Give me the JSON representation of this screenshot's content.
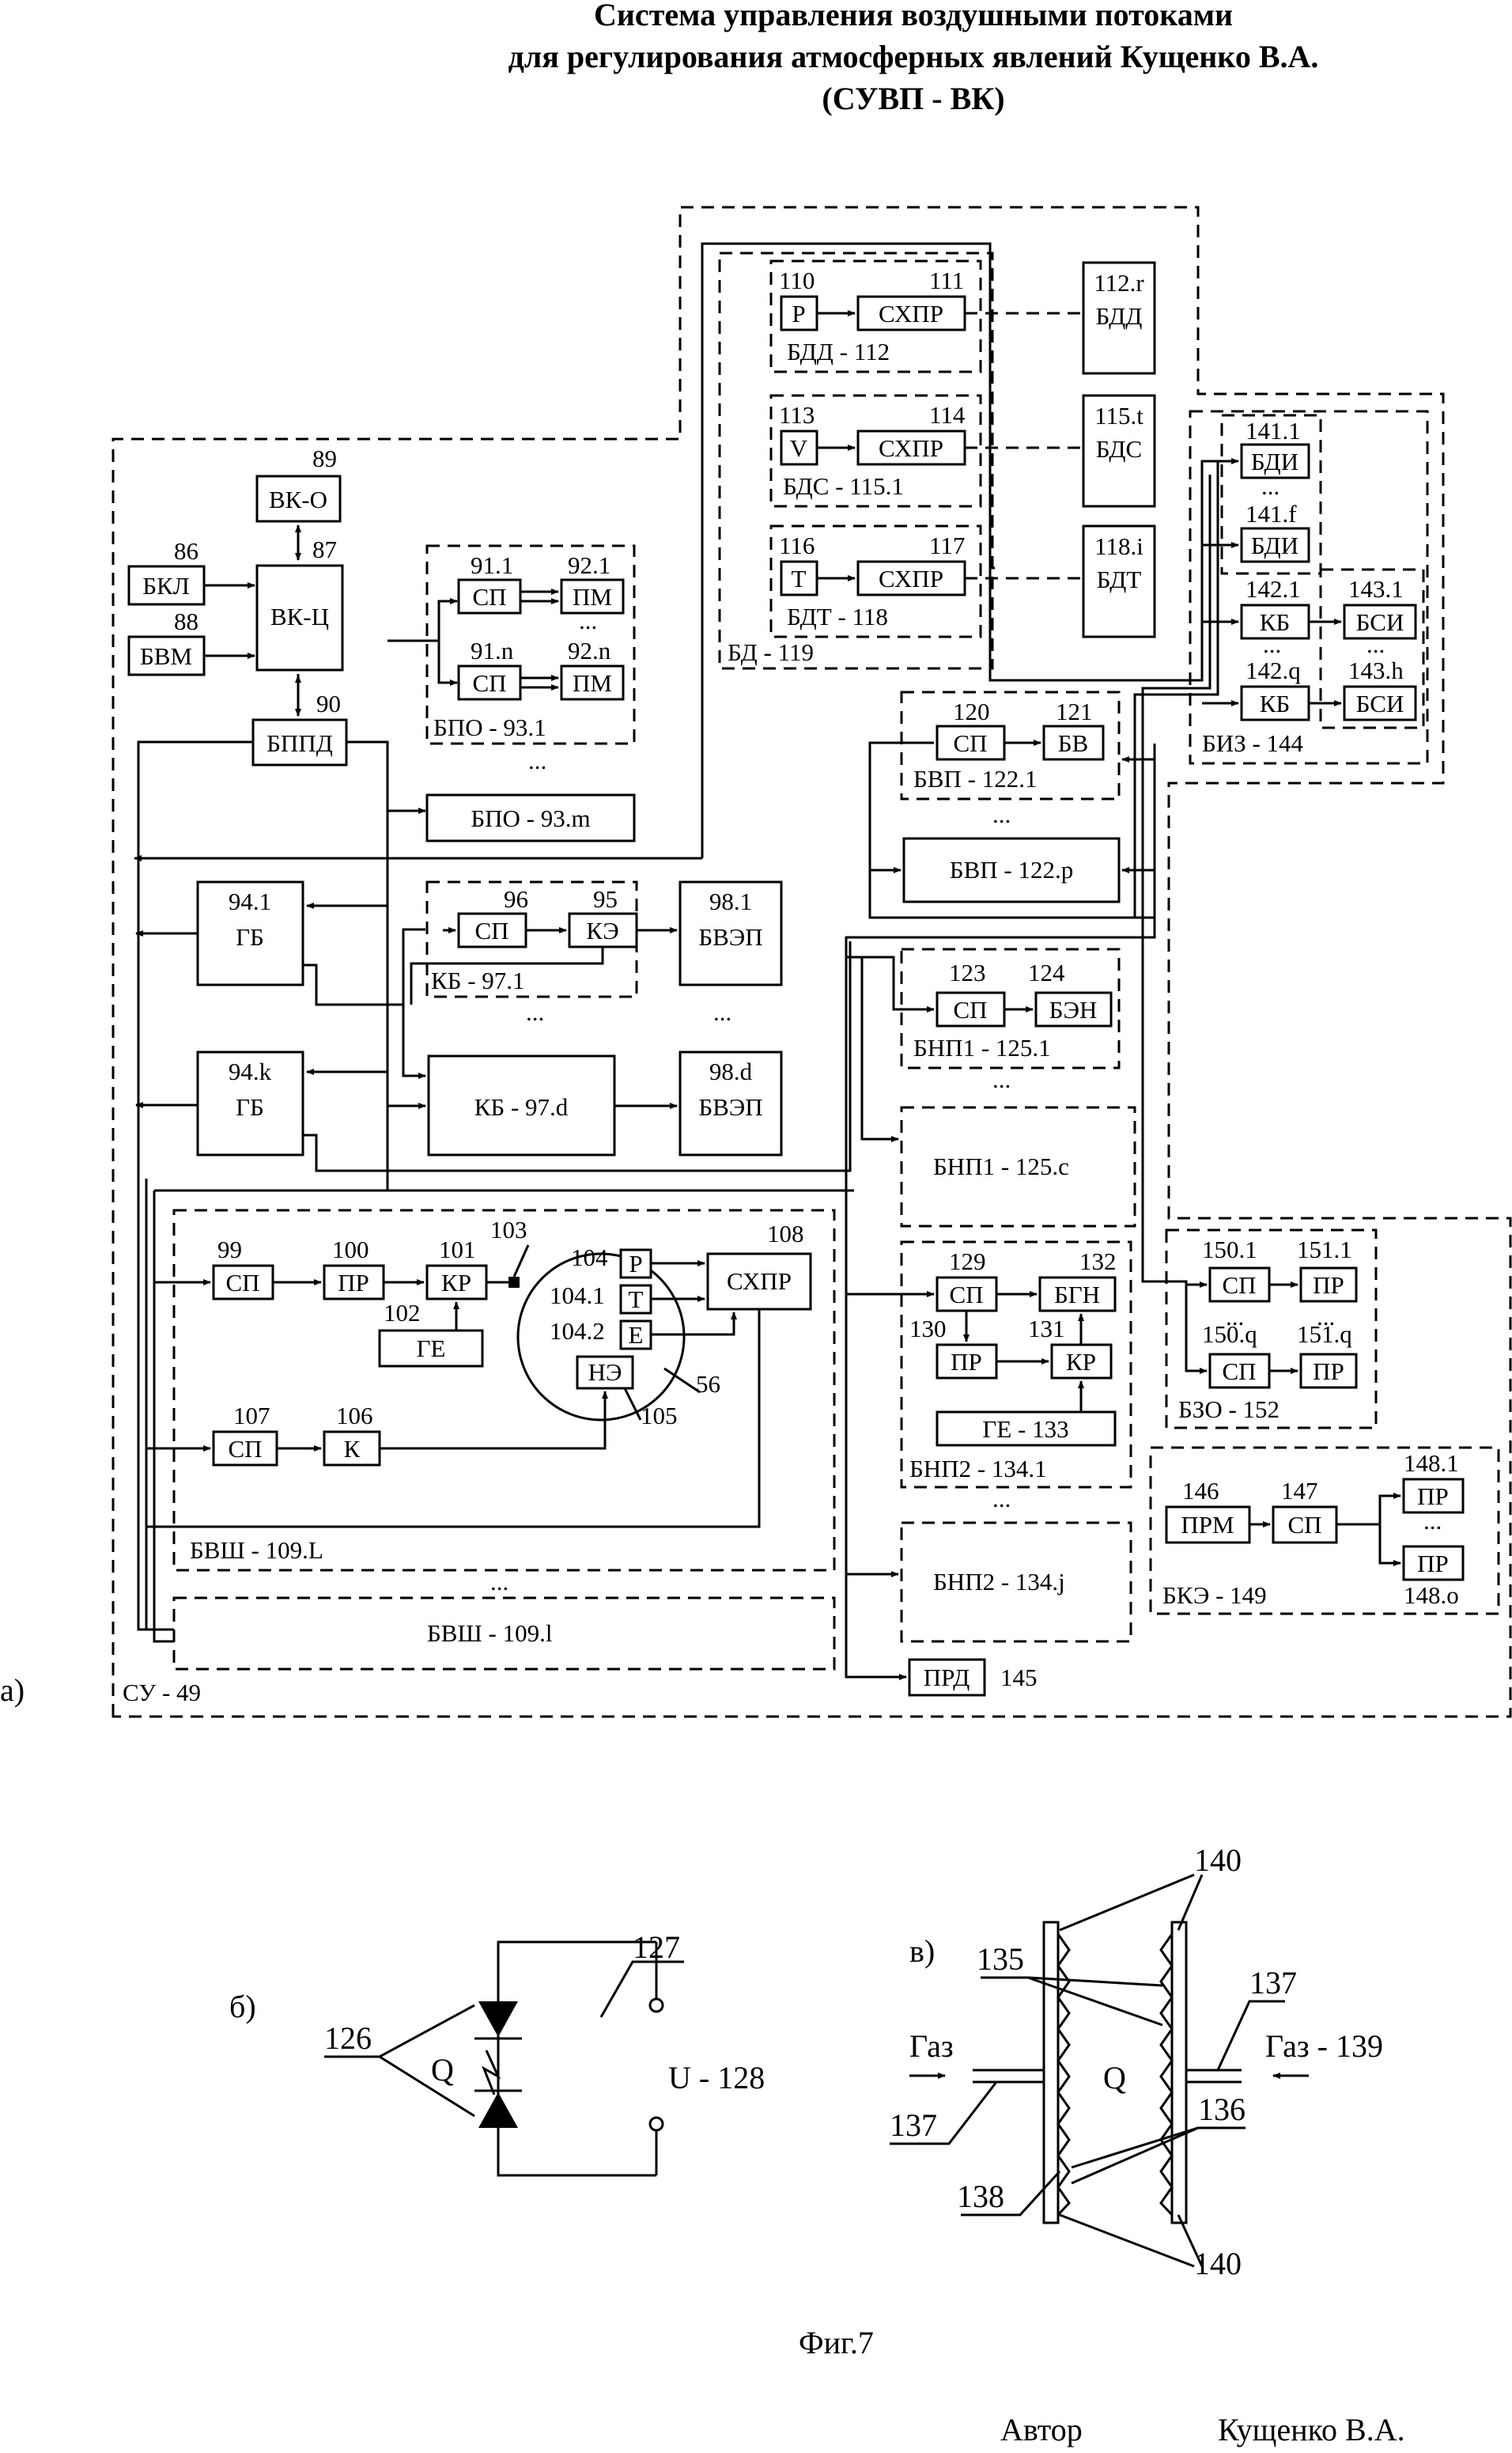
{
  "title": {
    "line1": "Система управления воздушными потоками",
    "line2": "для регулирования атмосферных явлений Кущенко В.А.",
    "line3": "(СУВП - ВК)"
  },
  "fig_a": {
    "panel_label": "а)",
    "system": "СУ - 49",
    "vk_o": "ВК-О",
    "n89": "89",
    "vk_c": "ВК-Ц",
    "n87": "87",
    "bkl": "БКЛ",
    "n86": "86",
    "bvm": "БВМ",
    "n88": "88",
    "bppd": "БППД",
    "n90": "90",
    "sp": "СП",
    "pm": "ПМ",
    "pr": "ПР",
    "kr": "КР",
    "ke": "КЭ",
    "k": "К",
    "ge": "ГЕ",
    "ne": "НЭ",
    "shpr": "СХПР",
    "gb": "ГБ",
    "bvep": "БВЭП",
    "bv": "БВ",
    "ben": "БЭН",
    "bgn": "БГН",
    "kb": "КБ",
    "bsi": "БСИ",
    "bdi": "БДИ",
    "prm": "ПРМ",
    "prd": "ПРД",
    "r": "Р",
    "v": "V",
    "t": "Т",
    "e": "Е",
    "bdd": "БДД",
    "bds": "БДС",
    "bdt": "БДТ",
    "n91_1": "91.1",
    "n92_1": "92.1",
    "n91_n": "91.n",
    "n92_n": "92.n",
    "bpo_1": "БПО - 93.1",
    "bpo_m": "БПО - 93.m",
    "n94_1": "94.1",
    "n94_k": "94.k",
    "n96": "96",
    "n95": "95",
    "kb_1": "КБ - 97.1",
    "kb_d": "КБ - 97.d",
    "n98_1": "98.1",
    "n98_d": "98.d",
    "n99": "99",
    "n100": "100",
    "n101": "101",
    "n102": "102",
    "n103": "103",
    "n104": "104",
    "n104_1": "104.1",
    "n104_2": "104.2",
    "n105": "105",
    "n106": "106",
    "n107": "107",
    "n108": "108",
    "n56": "56",
    "bvsh_L": "БВШ - 109.L",
    "bvsh_l": "БВШ - 109.l",
    "n110": "110",
    "n111": "111",
    "bdd_112": "БДД - 112",
    "n113": "113",
    "n114": "114",
    "bds_115": "БДС - 115.1",
    "n116": "116",
    "n117": "117",
    "bdt_118": "БДТ - 118",
    "bd_119": "БД - 119",
    "n112_r": "112.r",
    "n115_t": "115.t",
    "n118_i": "118.i",
    "n120": "120",
    "n121": "121",
    "bvp_1": "БВП - 122.1",
    "bvp_p": "БВП - 122.p",
    "n123": "123",
    "n124": "124",
    "bnp1_1": "БНП1 - 125.1",
    "bnp1_c": "БНП1 - 125.c",
    "n129": "129",
    "n130": "130",
    "n131": "131",
    "n132": "132",
    "ge_133": "ГЕ - 133",
    "bnp2_1": "БНП2 - 134.1",
    "bnp2_j": "БНП2 - 134.j",
    "n145": "145",
    "n141_1": "141.1",
    "n141_f": "141.f",
    "n142_1": "142.1",
    "n142_q": "142.q",
    "n143_1": "143.1",
    "n143_h": "143.h",
    "biz_144": "БИЗ - 144",
    "n150_1": "150.1",
    "n151_1": "151.1",
    "n150_q": "150.q",
    "n151_q": "151.q",
    "bzo_152": "БЗО - 152",
    "n146": "146",
    "n147": "147",
    "n148_1": "148.1",
    "n148_o": "148.o",
    "bke_149": "БКЭ - 149",
    "dots": "..."
  },
  "fig_b": {
    "panel_label": "б)",
    "n126": "126",
    "n127": "127",
    "q": "Q",
    "u128": "U - 128"
  },
  "fig_v": {
    "panel_label": "в)",
    "n135": "135",
    "n136": "136",
    "n137a": "137",
    "n137b": "137",
    "n138": "138",
    "n140a": "140",
    "n140b": "140",
    "gas_left": "Газ",
    "gas_right": "Газ - 139",
    "q": "Q"
  },
  "footer": {
    "fig": "Фиг.7",
    "author_label": "Автор",
    "author_name": "Кущенко В.А."
  }
}
